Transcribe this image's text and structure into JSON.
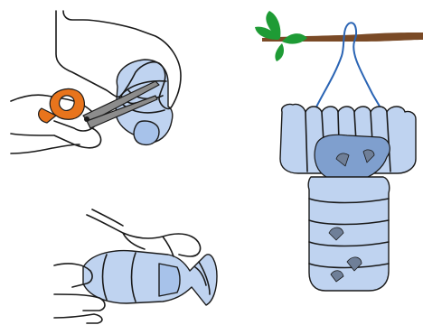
{
  "colors": {
    "background": "#ffffff",
    "outline": "#1a1a1a",
    "bottle_light": "#bfd3f0",
    "bottle_mid": "#a7c2ea",
    "bottle_dark": "#7f9fce",
    "scissors_handle": "#e8741c",
    "scissors_blade": "#8c8c8c",
    "branch": "#7a4a26",
    "leaf": "#1e9b35",
    "string": "#2a64b4",
    "leaf_scrap": "#6f7f98"
  },
  "panels": [
    {
      "id": "step-1",
      "label": "",
      "icon": "hand-cutting-bottle-with-scissors-icon"
    },
    {
      "id": "step-2",
      "label": "",
      "icon": "hands-squeezing-bottle-icon"
    },
    {
      "id": "step-3",
      "label": "",
      "icon": "hanging-bottle-bird-feeder-icon"
    }
  ]
}
